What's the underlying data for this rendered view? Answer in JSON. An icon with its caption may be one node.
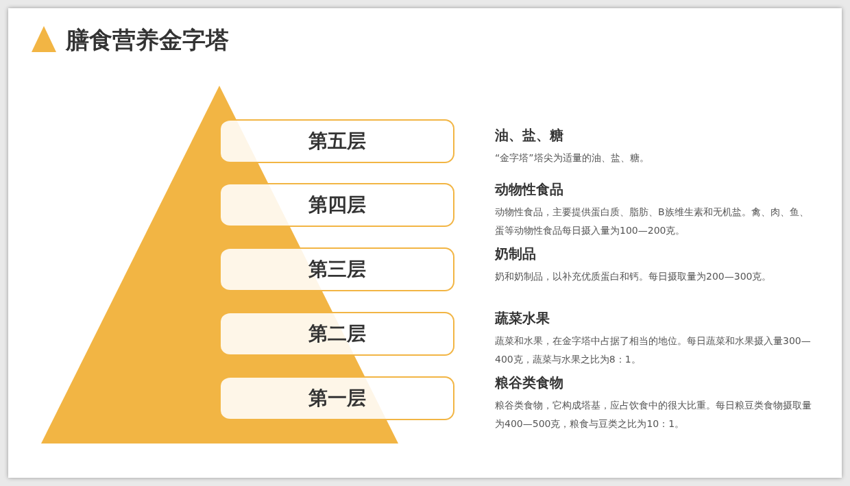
{
  "diagram": {
    "title": "膳食营养金字塔",
    "nodes": [
      {
        "text": [
          "第五层"
        ],
        "beside": [
          "油、盐、糖",
          "“金字塔”塔尖为适量的油、盐、糖。"
        ]
      },
      {
        "text": [
          "第四层"
        ],
        "beside": [
          "动物性食品",
          "动物性食品，主要提供蛋白质、脂肪、B族维生素和无机盐。禽、肉、鱼、蛋等动物性食品每日摄入量为100—200克。"
        ]
      },
      {
        "text": [
          "第三层"
        ],
        "beside": [
          "奶制品",
          "奶和奶制品，以补充优质蛋白和钙。每日摄取量为200—300克。"
        ]
      },
      {
        "text": [
          "第二层"
        ],
        "beside": [
          "蔬菜水果",
          "蔬菜和水果，在金字塔中占据了相当的地位。每日蔬菜和水果摄入量300—400克，蔬菜与水果之比为8：1。"
        ]
      },
      {
        "text": [
          "第一层"
        ],
        "beside": [
          "粮谷类食物",
          "粮谷类食物，它构成塔基，应占饮食中的很大比重。每日粮豆类食物摄取量为400—500克，粮食与豆类之比为10：1。"
        ]
      }
    ]
  }
}
